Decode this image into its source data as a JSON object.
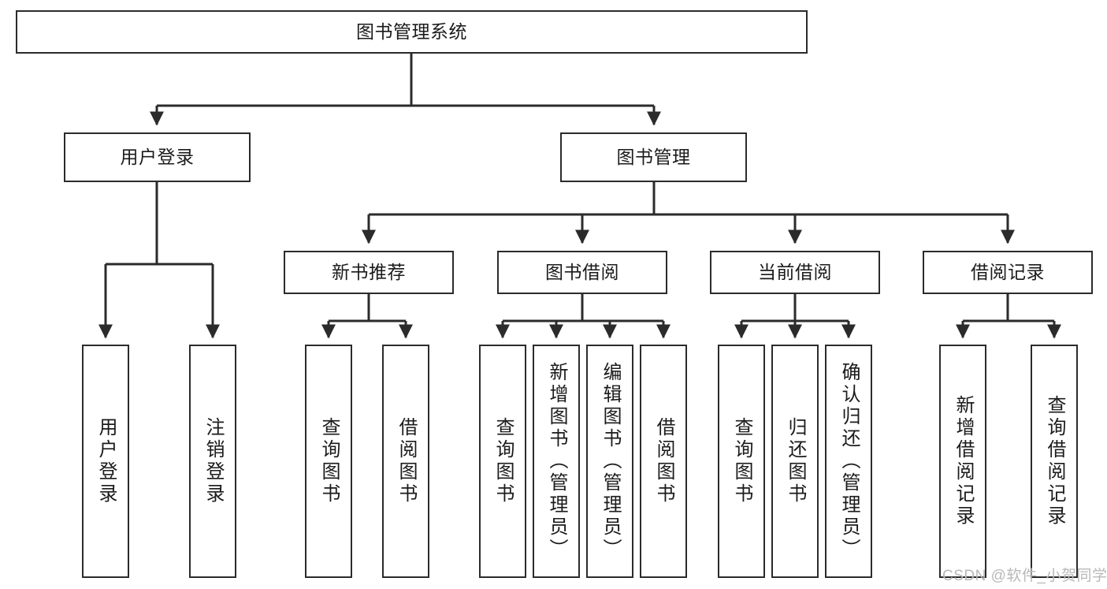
{
  "diagram": {
    "type": "tree-hierarchy",
    "title": "图书管理系统",
    "watermark": "CSDN @软件_小贺同学",
    "colors": {
      "box_border": "#2b2b2b",
      "box_fill": "#ffffff",
      "edge": "#2b2b2b",
      "text": "#1b1b1b",
      "watermark": "#b8b8b8",
      "background": "#ffffff"
    },
    "nodes": {
      "root": {
        "label": "图书管理系统"
      },
      "level2": [
        {
          "id": "user-login",
          "label": "用户登录"
        },
        {
          "id": "book-management",
          "label": "图书管理"
        }
      ],
      "level3": [
        {
          "id": "new-book-recommend",
          "label": "新书推荐"
        },
        {
          "id": "book-borrow",
          "label": "图书借阅"
        },
        {
          "id": "current-borrow",
          "label": "当前借阅"
        },
        {
          "id": "borrow-record",
          "label": "借阅记录"
        }
      ],
      "leaves": {
        "user_login": [
          {
            "id": "leaf-user-login",
            "label": "用户登录"
          },
          {
            "id": "leaf-user-logout",
            "label": "注销登录"
          }
        ],
        "new_book_recommend": [
          {
            "id": "leaf-query-book-1",
            "label": "查询图书"
          },
          {
            "id": "leaf-borrow-book-1",
            "label": "借阅图书"
          }
        ],
        "book_borrow": [
          {
            "id": "leaf-query-book-2",
            "label": "查询图书"
          },
          {
            "id": "leaf-add-book",
            "label": "新增图书（管理员）"
          },
          {
            "id": "leaf-edit-book",
            "label": "编辑图书（管理员）"
          },
          {
            "id": "leaf-borrow-book-2",
            "label": "借阅图书"
          }
        ],
        "current_borrow": [
          {
            "id": "leaf-query-book-3",
            "label": "查询图书"
          },
          {
            "id": "leaf-return-book",
            "label": "归还图书"
          },
          {
            "id": "leaf-confirm-return",
            "label": "确认归还（管理员）"
          }
        ],
        "borrow_record": [
          {
            "id": "leaf-add-record",
            "label": "新增借阅记录"
          },
          {
            "id": "leaf-query-record",
            "label": "查询借阅记录"
          }
        ]
      }
    }
  }
}
